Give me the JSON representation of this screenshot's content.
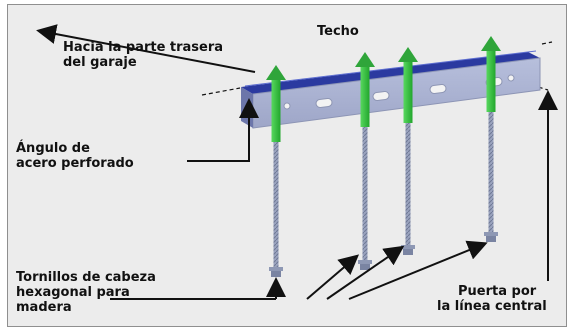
{
  "labels": {
    "ceiling": "Techo",
    "toward_back_line1": "Hacia la parte trasera",
    "toward_back_line2": "del garaje",
    "angle_line1": "Ángulo de",
    "angle_line2": "acero perforado",
    "screws_line1": "Tornillos de cabeza",
    "screws_line2": "hexagonal para",
    "screws_line3": "madera",
    "door_line1": "Puerta por",
    "door_line2": "la línea central"
  },
  "colors": {
    "background": "#ececec",
    "frame_border": "#8f8f8f",
    "angle_front": "#a9b0d0",
    "angle_top": "#2b3aa0",
    "arrow_green": "#33c43a",
    "screw_metal": "#8e98b4"
  }
}
